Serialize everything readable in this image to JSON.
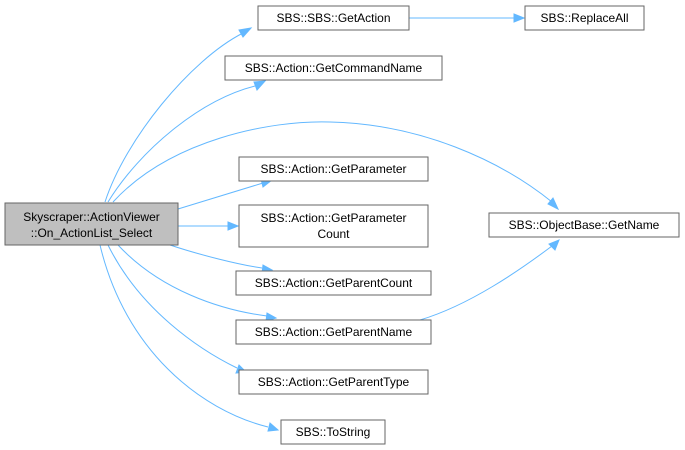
{
  "graph": {
    "root": {
      "line1": "Skyscraper::ActionViewer",
      "line2": "::On_ActionList_Select"
    },
    "nodes": {
      "get_action": "SBS::SBS::GetAction",
      "replace_all": "SBS::ReplaceAll",
      "get_command_name": "SBS::Action::GetCommandName",
      "get_parameter": "SBS::Action::GetParameter",
      "get_parameter_count_line1": "SBS::Action::GetParameter",
      "get_parameter_count_line2": "Count",
      "get_name": "SBS::ObjectBase::GetName",
      "get_parent_count": "SBS::Action::GetParentCount",
      "get_parent_name": "SBS::Action::GetParentName",
      "get_parent_type": "SBS::Action::GetParentType",
      "to_string": "SBS::ToString"
    },
    "colors": {
      "edge": "#63b8ff",
      "root_fill": "#bfbfbf",
      "node_stroke": "#666666"
    }
  }
}
